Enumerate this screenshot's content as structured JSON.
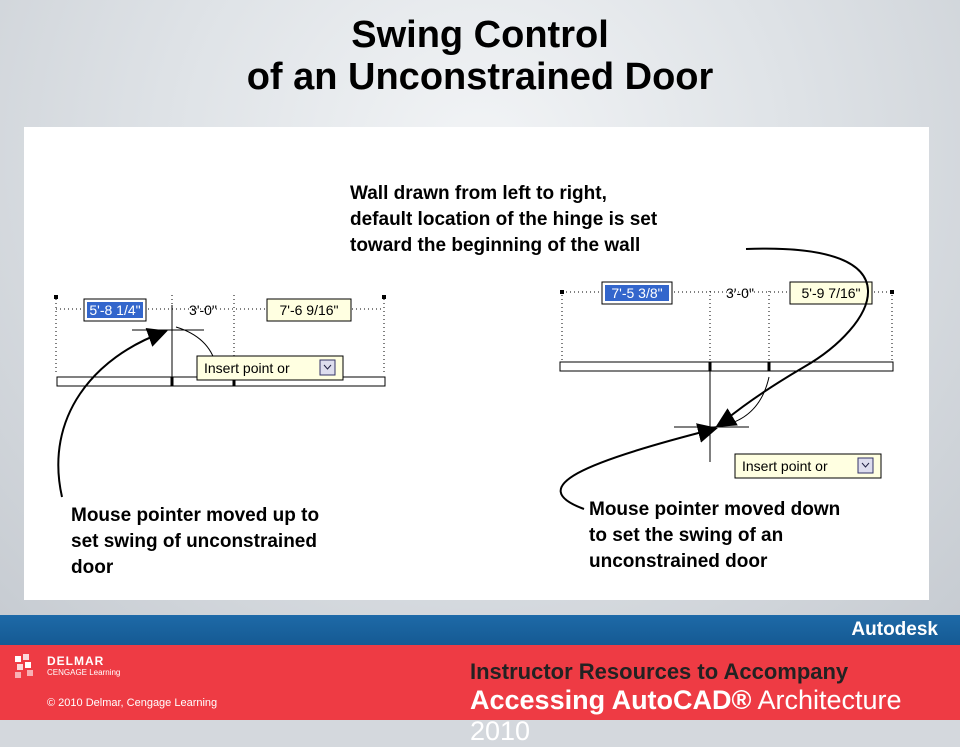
{
  "title": {
    "line1": "Swing Control",
    "line2": "of an Unconstrained Door"
  },
  "left_figure": {
    "dim_left": "5'-8 1/4\"",
    "dim_mid": "3'-0\"",
    "dim_right": "7'-6 9/16\"",
    "tooltip": "Insert point or"
  },
  "right_figure": {
    "dim_left": "7'-5 3/8\"",
    "dim_mid": "3'-0\"",
    "dim_right": "5'-9 7/16\"",
    "tooltip": "Insert point or"
  },
  "annotations": {
    "wall": [
      "Wall drawn from left to right,",
      "default location of the hinge is set",
      "toward the beginning of the wall"
    ],
    "up": [
      "Mouse pointer moved up to",
      "set swing of unconstrained",
      "door"
    ],
    "down": [
      "Mouse pointer moved down",
      "to set the swing of an",
      "unconstrained door"
    ]
  },
  "footer": {
    "brand": "Autodesk",
    "publisher": "DELMAR",
    "publisher_sub": "CENGAGE Learning",
    "copyright": "© 2010 Delmar, Cengage Learning",
    "line1": "Instructor Resources to Accompany",
    "line2_bold": "Accessing AutoCAD®",
    "line2_thin": " Architecture 2010"
  },
  "colors": {
    "footer_blue": "#1e6aa8",
    "footer_red": "#ee3b44",
    "highlight": "#3366cc",
    "tooltip_bg": "#ffffe1"
  }
}
